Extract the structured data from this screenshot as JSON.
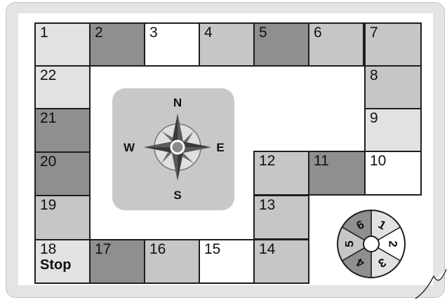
{
  "board": {
    "cells": [
      {
        "label": "1",
        "shade": "#e2e2e2"
      },
      {
        "label": "2",
        "shade": "#8f8f8f"
      },
      {
        "label": "3",
        "shade": "#ffffff"
      },
      {
        "label": "4",
        "shade": "#c6c6c6"
      },
      {
        "label": "5",
        "shade": "#8f8f8f"
      },
      {
        "label": "6",
        "shade": "#c6c6c6"
      },
      {
        "label": "7",
        "shade": "#c6c6c6"
      },
      {
        "label": "8",
        "shade": "#c6c6c6"
      },
      {
        "label": "9",
        "shade": "#e2e2e2"
      },
      {
        "label": "10",
        "shade": "#ffffff"
      },
      {
        "label": "11",
        "shade": "#8f8f8f"
      },
      {
        "label": "12",
        "shade": "#c6c6c6"
      },
      {
        "label": "13",
        "shade": "#c6c6c6"
      },
      {
        "label": "14",
        "shade": "#c6c6c6"
      },
      {
        "label": "15",
        "shade": "#ffffff"
      },
      {
        "label": "16",
        "shade": "#c6c6c6"
      },
      {
        "label": "17",
        "shade": "#8f8f8f"
      },
      {
        "label": "18",
        "shade": "#e2e2e2",
        "note": "Stop"
      },
      {
        "label": "19",
        "shade": "#c6c6c6"
      },
      {
        "label": "20",
        "shade": "#8f8f8f"
      },
      {
        "label": "21",
        "shade": "#8f8f8f"
      },
      {
        "label": "22",
        "shade": "#e2e2e2"
      }
    ]
  },
  "compass": {
    "north": "N",
    "south": "S",
    "east": "E",
    "west": "W"
  },
  "spinner": {
    "sections": [
      {
        "label": "1",
        "shade": "#e2e2e2"
      },
      {
        "label": "2",
        "shade": "#ffffff"
      },
      {
        "label": "3",
        "shade": "#e2e2e2"
      },
      {
        "label": "4",
        "shade": "#8f8f8f"
      },
      {
        "label": "5",
        "shade": "#c6c6c6"
      },
      {
        "label": "6",
        "shade": "#8f8f8f"
      }
    ]
  }
}
